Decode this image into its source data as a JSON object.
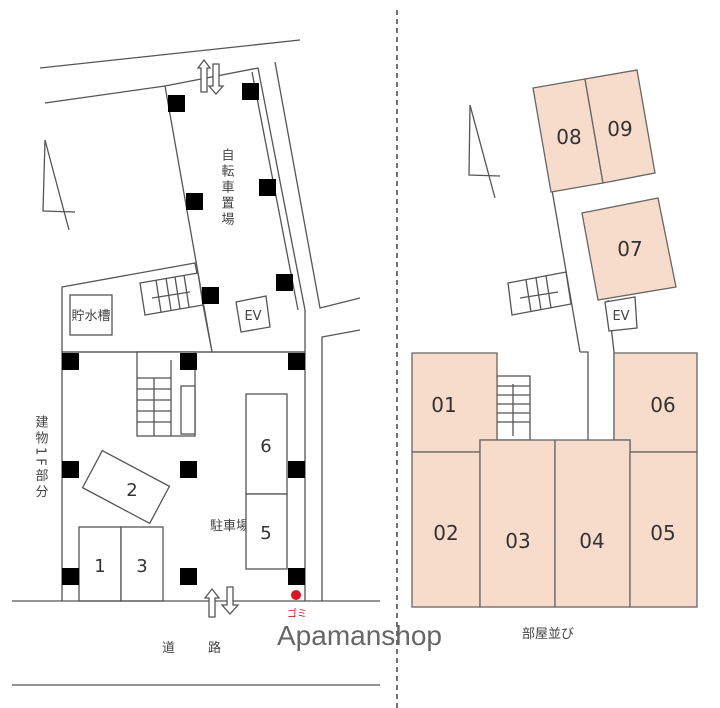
{
  "site_plan": {
    "bicycle_parking": "自転車置場",
    "water_tank": "貯水槽",
    "elevator": "EV",
    "building_1f_label": "建物1F部分",
    "parking_lot": "駐車場",
    "parking_spaces": [
      "1",
      "2",
      "3",
      "5",
      "6"
    ],
    "road": [
      "道",
      "路"
    ],
    "garbage": "ゴミ",
    "garbage_color": "#e0141e"
  },
  "floor_plan": {
    "rooms": [
      "01",
      "02",
      "03",
      "04",
      "05",
      "06",
      "07",
      "08",
      "09"
    ],
    "elevator": "EV",
    "caption": "部屋並び",
    "room_color": "#f7dccc"
  },
  "watermark": "Apamanshop"
}
